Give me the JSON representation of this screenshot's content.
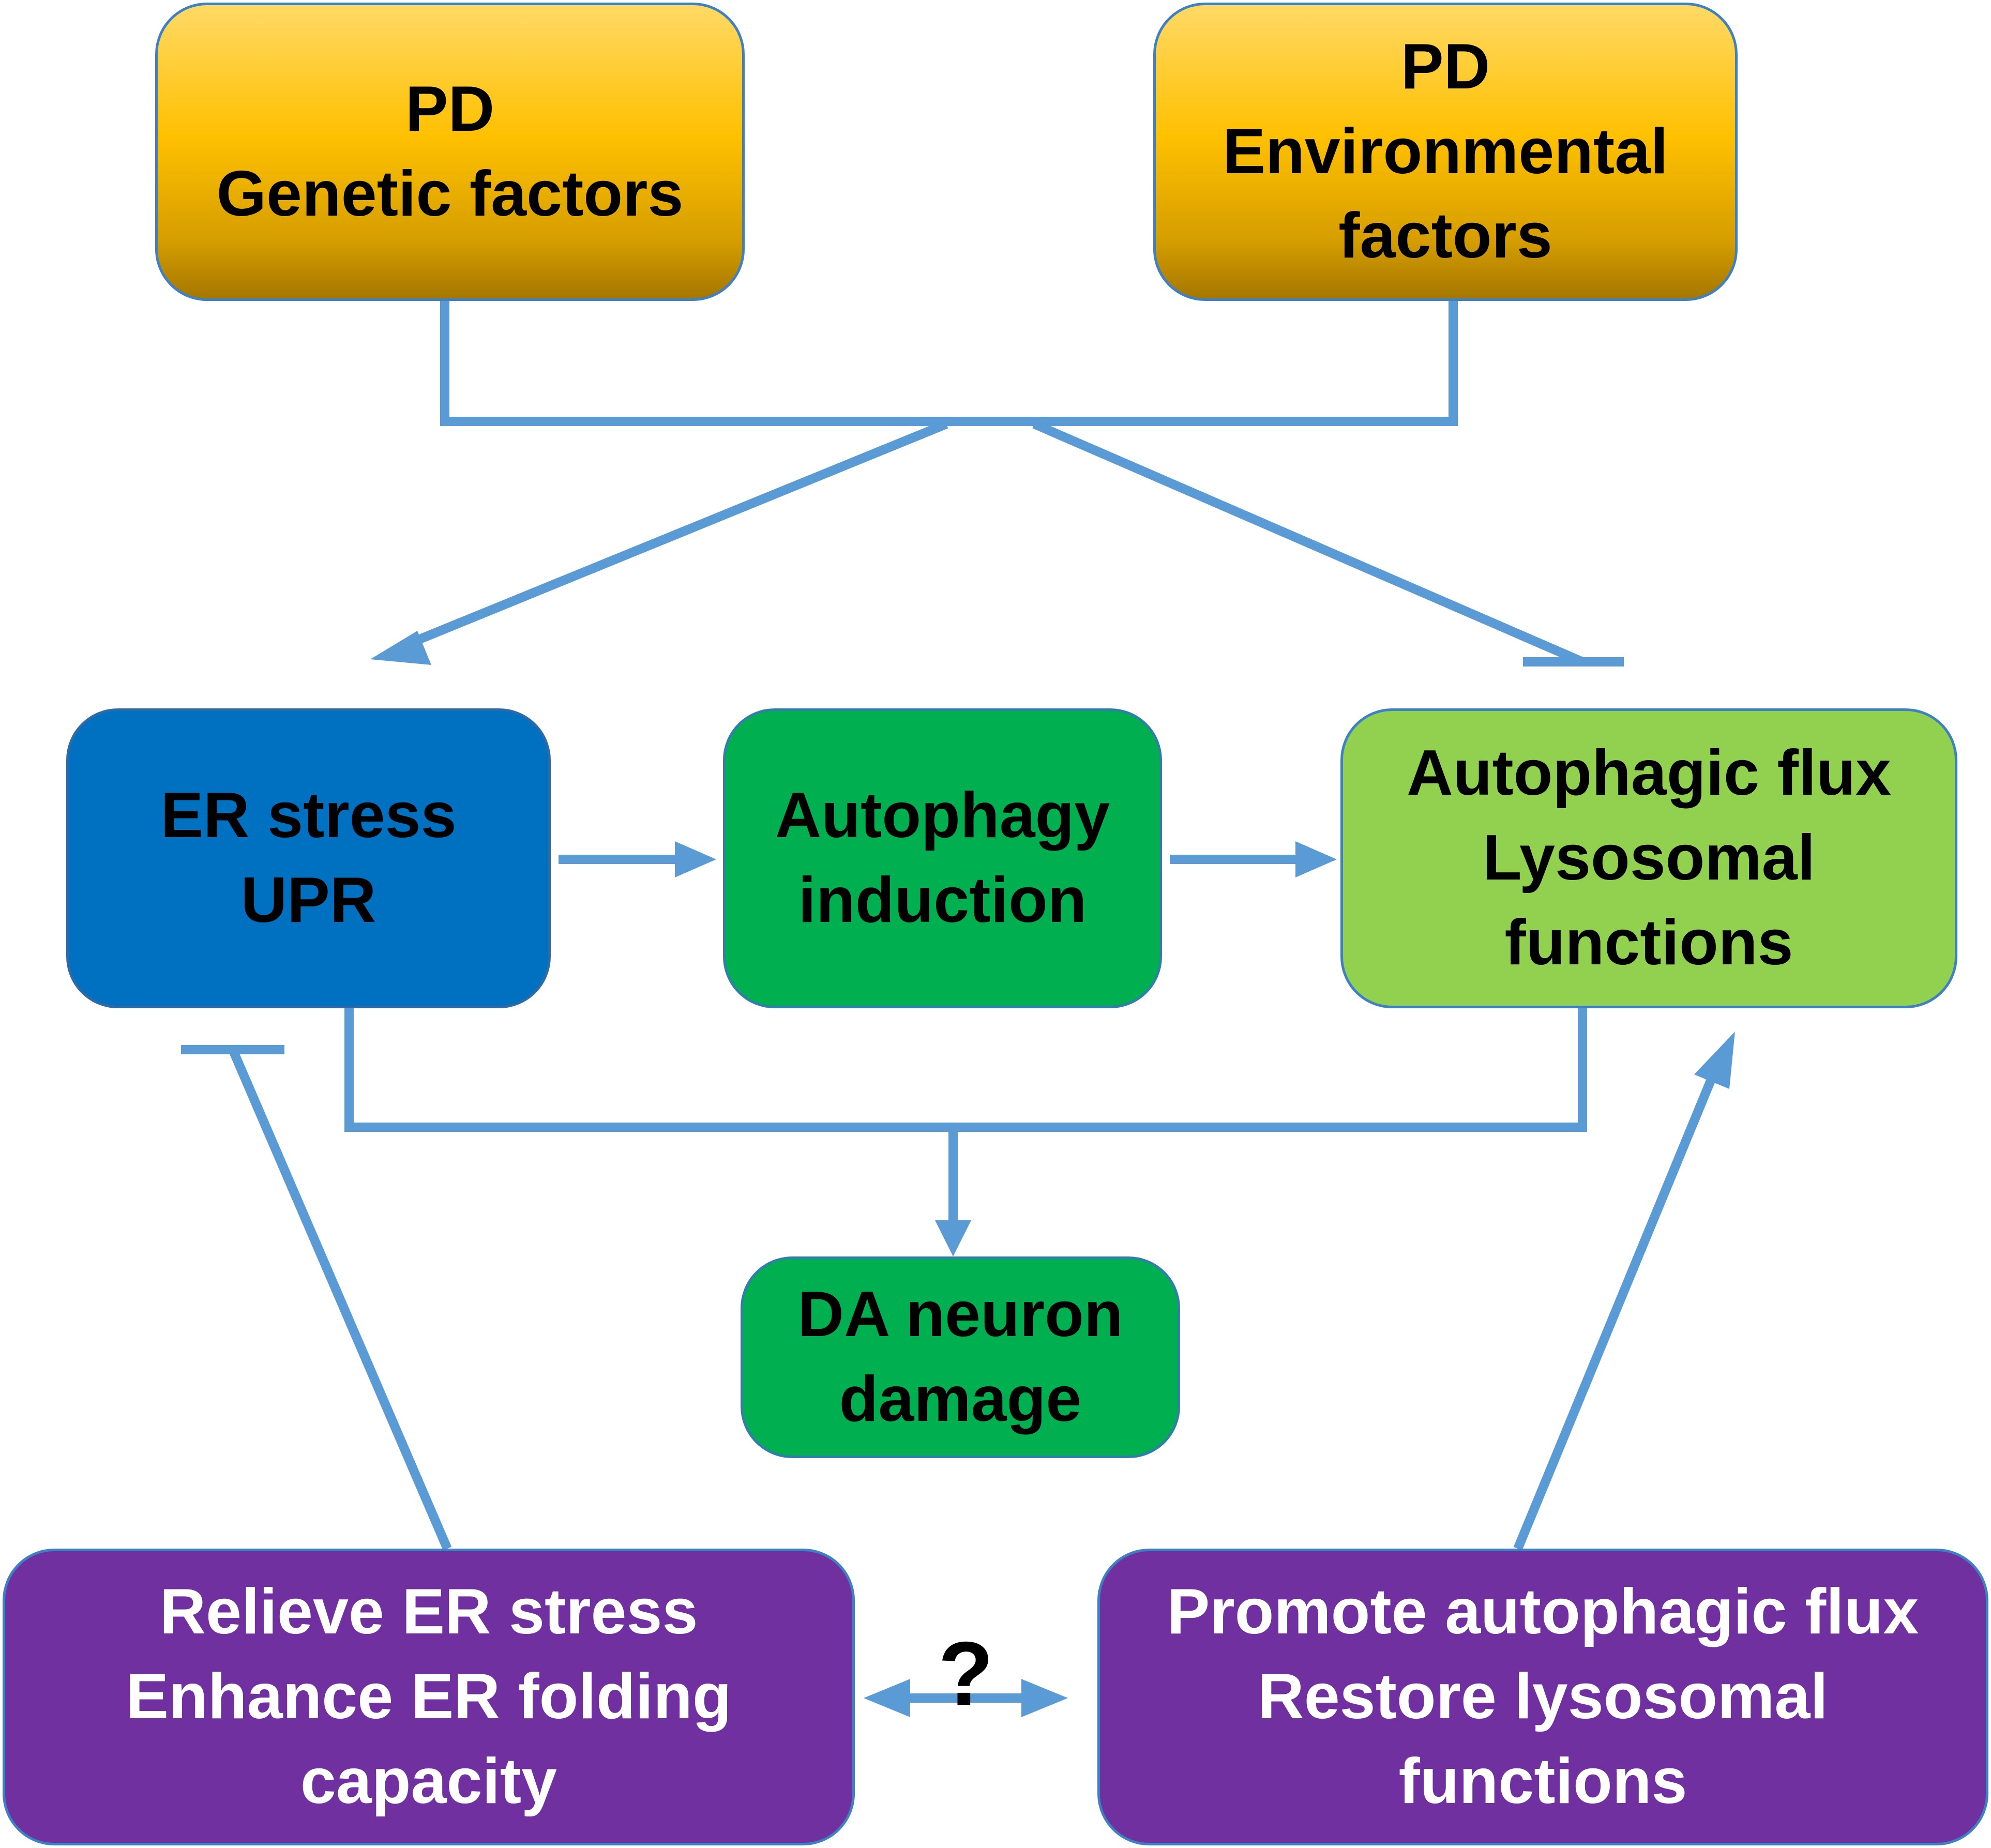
{
  "nodes": {
    "genetic": {
      "lines": [
        "PD",
        "Genetic factors"
      ],
      "color": "#ffc000"
    },
    "environmental": {
      "lines": [
        "PD",
        "Environmental",
        "factors"
      ],
      "color": "#ffc000"
    },
    "er_stress": {
      "lines": [
        "ER stress",
        "UPR"
      ],
      "color": "#0070c0"
    },
    "autophagy_induction": {
      "lines": [
        "Autophagy",
        "induction"
      ],
      "color": "#00b050"
    },
    "autophagic_flux": {
      "lines": [
        "Autophagic flux",
        "Lysosomal",
        "functions"
      ],
      "color": "#92d050"
    },
    "da_neuron": {
      "lines": [
        "DA neuron",
        "damage"
      ],
      "color": "#00b050"
    },
    "relieve_er": {
      "lines": [
        "Relieve ER stress",
        "Enhance ER folding",
        "capacity"
      ],
      "color": "#7030a0"
    },
    "promote_flux": {
      "lines": [
        "Promote autophagic flux",
        "Restore lysosomal",
        "functions"
      ],
      "color": "#7030a0"
    }
  },
  "question_mark": "?",
  "edges": [
    {
      "from": "genetic+environmental",
      "to": "er_stress",
      "type": "activate"
    },
    {
      "from": "genetic+environmental",
      "to": "autophagic_flux",
      "type": "inhibit"
    },
    {
      "from": "er_stress",
      "to": "autophagy_induction",
      "type": "activate"
    },
    {
      "from": "autophagy_induction",
      "to": "autophagic_flux",
      "type": "activate"
    },
    {
      "from": "er_stress+autophagic_flux",
      "to": "da_neuron",
      "type": "activate"
    },
    {
      "from": "relieve_er",
      "to": "er_stress",
      "type": "inhibit"
    },
    {
      "from": "promote_flux",
      "to": "autophagic_flux",
      "type": "activate"
    },
    {
      "from": "relieve_er",
      "to": "promote_flux",
      "type": "bidirectional"
    }
  ],
  "colors": {
    "connector": "#5b9bd5"
  }
}
